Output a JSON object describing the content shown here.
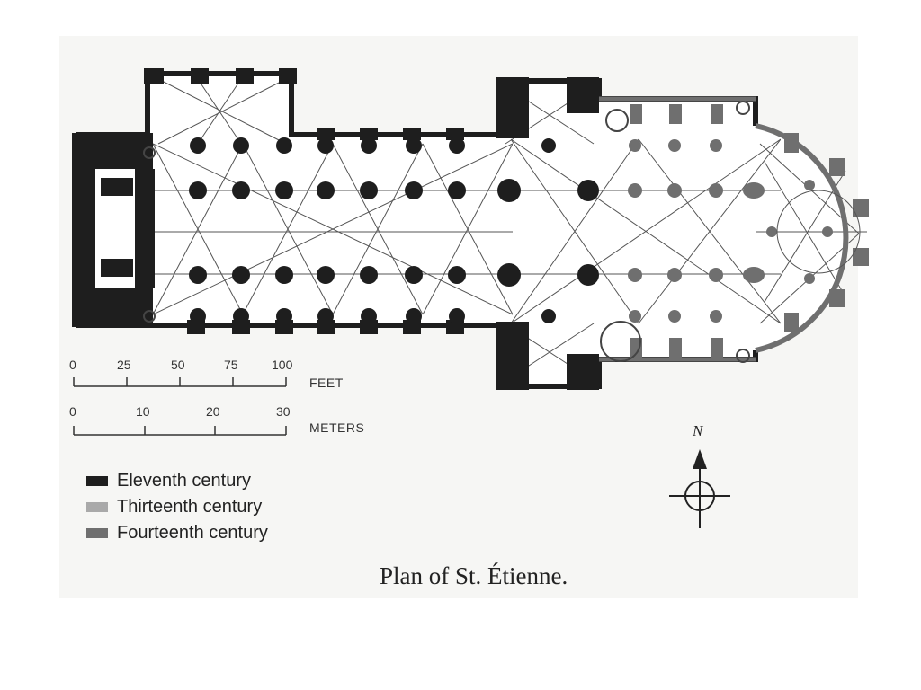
{
  "scale": {
    "feet": {
      "ticks": [
        "0",
        "25",
        "50",
        "75",
        "100"
      ],
      "unit": "FEET"
    },
    "meters": {
      "ticks": [
        "0",
        "10",
        "20",
        "30"
      ],
      "unit": "METERS"
    }
  },
  "legend": [
    {
      "label": "Eleventh century",
      "color": "#1e1e1e"
    },
    {
      "label": "Thirteenth century",
      "color": "#a9a9a9"
    },
    {
      "label": "Fourteenth century",
      "color": "#6f6f6f"
    }
  ],
  "compass": {
    "label": "N"
  },
  "caption": "Plan of St. Étienne."
}
